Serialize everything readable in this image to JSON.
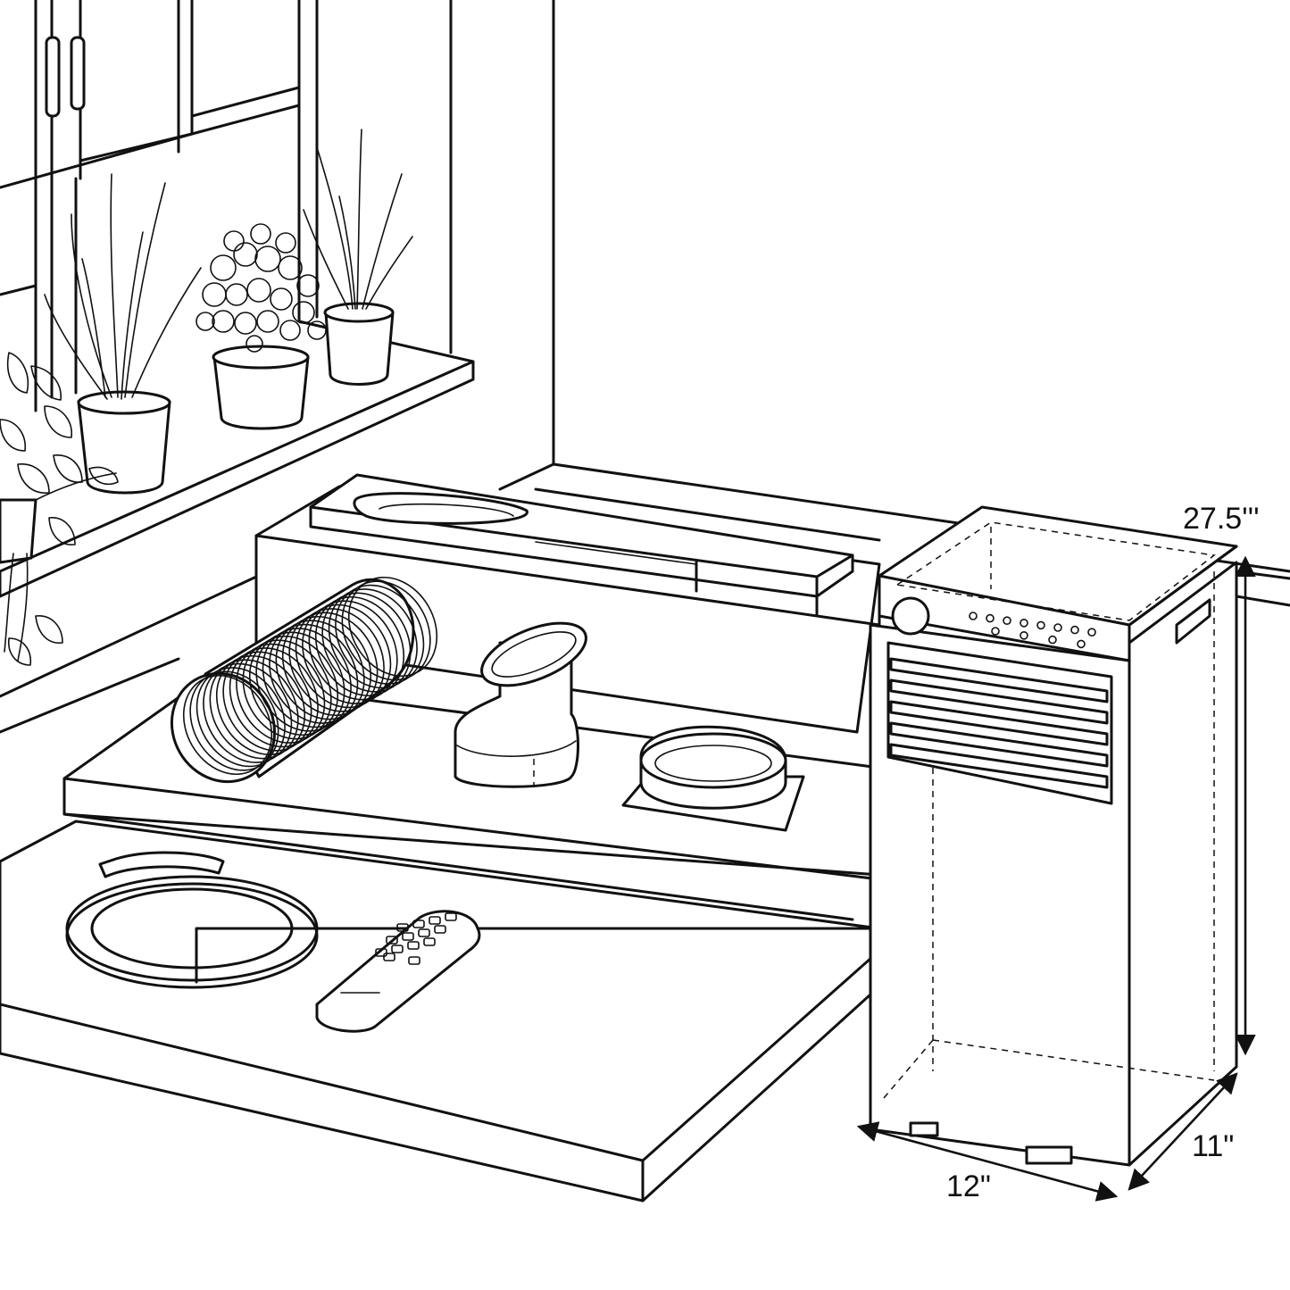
{
  "dimensions": {
    "height": "27.5'''",
    "width": "12\"",
    "depth": "11\""
  },
  "colors": {
    "ink": "#111111",
    "paper": "#ffffff"
  }
}
